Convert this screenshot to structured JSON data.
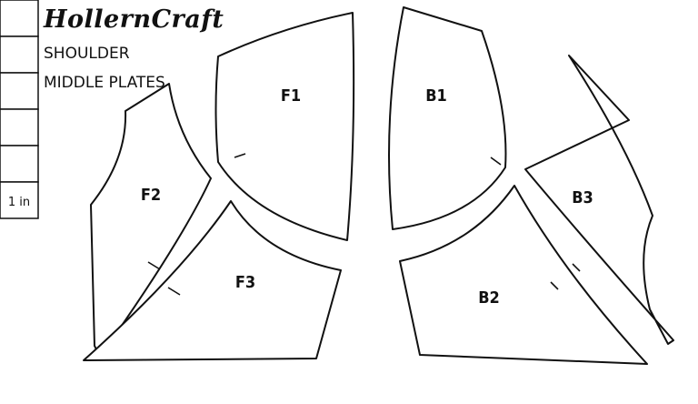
{
  "header": {
    "brand": "HollernCraft",
    "subtitle_1": "SHOULDER",
    "subtitle_2": "MIDDLE PLATES"
  },
  "scale": {
    "unit_label": "1 in",
    "box_count": 6
  },
  "pieces": [
    {
      "id": "F1",
      "label": "F1"
    },
    {
      "id": "F2",
      "label": "F2"
    },
    {
      "id": "F3",
      "label": "F3"
    },
    {
      "id": "B1",
      "label": "B1"
    },
    {
      "id": "B2",
      "label": "B2"
    },
    {
      "id": "B3",
      "label": "B3"
    }
  ],
  "colors": {
    "line": "#111111",
    "paper": "#ffffff"
  }
}
